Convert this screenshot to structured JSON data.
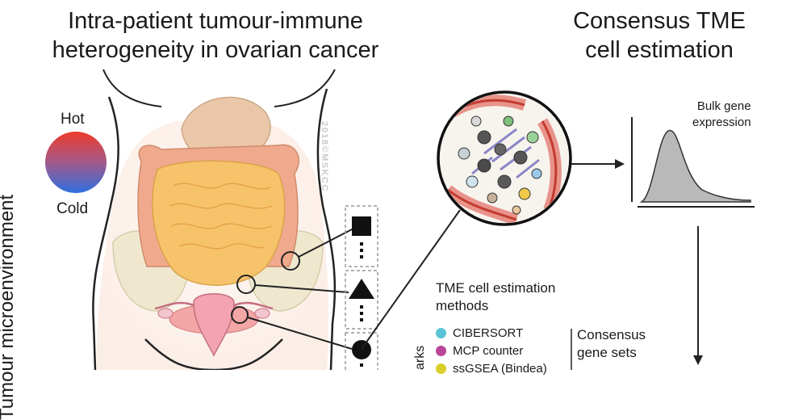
{
  "titles": {
    "left_line1": "Intra-patient tumour-immune",
    "left_line2": "heterogeneity in ovarian cancer",
    "right_line1": "Consensus TME",
    "right_line2": "cell estimation"
  },
  "heat_scale": {
    "hot": "Hot",
    "cold": "Cold",
    "hot_color": "#e8433a",
    "cold_color": "#3a6fd8"
  },
  "side_label": "Tumour microenvironment",
  "watermark": "2018©MSKCC",
  "bulk_chart": {
    "label_line1": "Bulk gene",
    "label_line2": "expression"
  },
  "methods": {
    "heading_line1": "TME cell estimation",
    "heading_line2": "methods",
    "items": [
      {
        "label": "CIBERSORT",
        "color": "#5bc3d6"
      },
      {
        "label": "MCP counter",
        "color": "#b8479a"
      },
      {
        "label": "ssGSEA (Bindea)",
        "color": "#d8cf2a"
      }
    ],
    "consensus_line1": "Consensus",
    "consensus_line2": "gene sets",
    "side_label_partial": "arks"
  }
}
